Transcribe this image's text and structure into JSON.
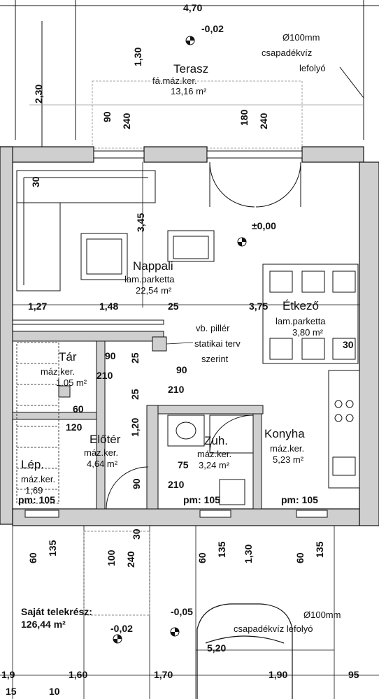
{
  "rooms": {
    "terasz": {
      "name": "Terasz",
      "material": "fá.máz.ker.",
      "area": "13,16 m²"
    },
    "nappali": {
      "name": "Nappali",
      "material": "lam.parketta",
      "area": "22,54 m²"
    },
    "etkezo": {
      "name": "Étkező",
      "material": "lam.parketta",
      "area": "3,80 m²"
    },
    "tar": {
      "name": "Tár",
      "material": "máz.ker.",
      "area": "1,05 m²"
    },
    "eloter": {
      "name": "Előtér",
      "material": "máz.ker.",
      "area": "4,64 m²"
    },
    "zuh": {
      "name": "Zuh.",
      "material": "máz.ker.",
      "area": "3,24 m²"
    },
    "konyha": {
      "name": "Konyha",
      "material": "máz.ker.",
      "area": "5,23 m²"
    },
    "lep": {
      "name": "Lép.",
      "material": "máz.ker.",
      "area": "1,69"
    },
    "telek": {
      "name": "Saját telekrész:",
      "area": "126,44 m²"
    }
  },
  "levels": {
    "terrace": "-0,02",
    "floor": "±0,00",
    "yard_right": "-0,05",
    "yard_left": "-0,02"
  },
  "notes": {
    "drain_top_1": "Ø100mm",
    "drain_top_2": "csapadékvíz",
    "drain_top_3": "lefolyó",
    "pillar_1": "vb. pillér",
    "pillar_2": "statikai terv",
    "pillar_3": "szerint",
    "drain_bottom_1": "Ø100mm",
    "drain_bottom_2": "csapadékvíz lefolyó"
  },
  "dimensions": {
    "top_width": "4,70",
    "terrace_depth": "2,30",
    "terrace_inner": "1,30",
    "door_90": "90",
    "door_240": "240",
    "door_180": "180",
    "door_240b": "240",
    "wall_30": "30",
    "living_h": "3,45",
    "seg_127": "1,27",
    "seg_148": "1,48",
    "seg_25": "25",
    "seg_375": "3,75",
    "seg_30": "30",
    "tar_90": "90",
    "tar_210": "210",
    "d_90b": "90",
    "d_210b": "210",
    "d_25": "25",
    "d_60": "60",
    "d_120": "120",
    "d_120v": "1,20",
    "d_25v": "25",
    "d_75": "75",
    "d_90c": "90",
    "d_210c": "210",
    "pm_1": "pm: 105",
    "pm_2": "pm: 105",
    "pm_3": "pm: 105",
    "b_60a": "60",
    "b_135a": "135",
    "b_100": "100",
    "b_240": "240",
    "b_30": "30",
    "b_60b": "60",
    "b_135b": "135",
    "b_130": "1,30",
    "b_60c": "60",
    "b_135c": "135",
    "car_520": "5,20",
    "bot_19": "1,9",
    "bot_160": "1,60",
    "bot_170": "1,70",
    "bot_190": "1,90",
    "bot_95": "95",
    "bot_15": "15",
    "bot_10": "10"
  }
}
